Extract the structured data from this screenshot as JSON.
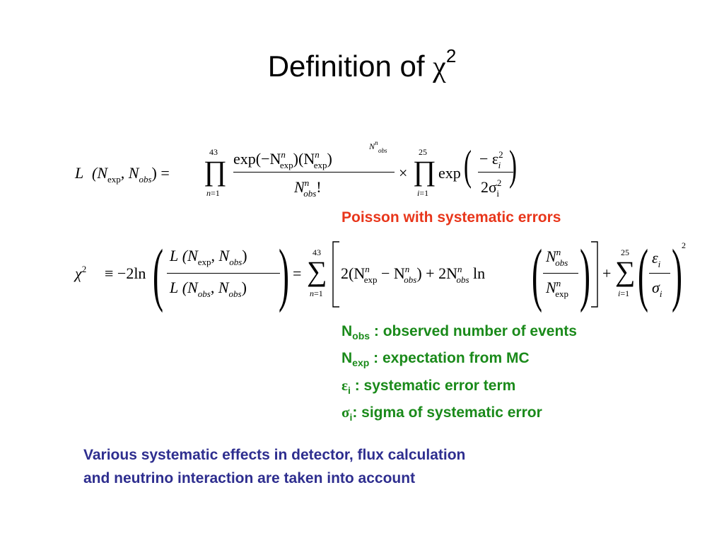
{
  "title": {
    "text": "Definition of ",
    "symbol": "χ",
    "power": "2"
  },
  "likelihood": {
    "lhs_func": "L",
    "lhs_args": "(N",
    "sub_exp": "exp",
    "comma": ",",
    "N": "N",
    "sub_obs": "obs",
    "close": ")",
    "equals": "=",
    "prod": "∏",
    "upper_43": "43",
    "lower_n": "n",
    "lower_eq": "=",
    "lower_1": "1",
    "num_exp": "exp(−N",
    "sup_n": "n",
    "num_mid": ")(N",
    "num_close": ")",
    "power_N": "N",
    "den_N": "N",
    "den_fact": "!",
    "times": "×",
    "upper_25": "25",
    "lower_i": "i",
    "exp_word": "exp",
    "paren_open": "(",
    "paren_close": ")",
    "minus_eps": "− ε",
    "sub_i": "i",
    "sup_2": "2",
    "two_sigma": "2σ",
    "sub_i_roman": "i"
  },
  "red_note": "Poisson with systematic errors",
  "chisq": {
    "chi": "χ",
    "sup_2": "2",
    "equiv": "≡ −2ln",
    "L": "L",
    "open_N": "(N",
    "N": "N",
    "comma": ",",
    "close": ")",
    "sub_exp": "exp",
    "sub_obs": "obs",
    "equals": "=",
    "sum": "∑",
    "upper_43": "43",
    "n": "n",
    "eq": "=",
    "one": "1",
    "two_open": "2(N",
    "minus_N": "− N",
    "plus_2N": ") + 2N",
    "ln": "ln",
    "sup_n": "n",
    "plus": "+",
    "upper_25": "25",
    "i": "i",
    "eps": "ε",
    "sigma": "σ"
  },
  "definitions": [
    {
      "symbol": "N",
      "sub": "obs",
      "text": " : observed number of events"
    },
    {
      "symbol": "N",
      "sub": "exp",
      "text": " : expectation from MC"
    },
    {
      "symbol": "ε",
      "sub": "i",
      "text": " : systematic error term"
    },
    {
      "symbol": "σ",
      "sub": "i",
      "text": ": sigma of systematic error"
    }
  ],
  "blue_note": {
    "line1": "Various systematic effects in detector, flux calculation",
    "line2": "and neutrino interaction are taken into account"
  },
  "colors": {
    "red": "#e8361b",
    "green": "#1a8a1a",
    "blue": "#2e2e8f"
  }
}
